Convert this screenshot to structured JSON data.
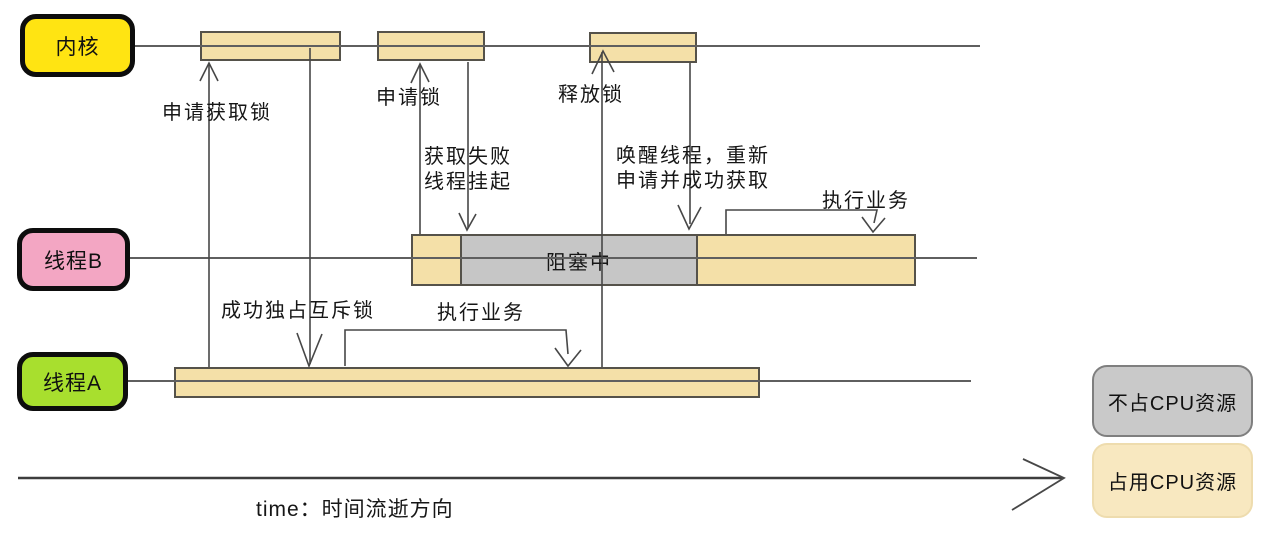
{
  "lanes": {
    "kernel": {
      "label": "内核"
    },
    "thread_b": {
      "label": "线程B"
    },
    "thread_a": {
      "label": "线程A"
    }
  },
  "annotations": {
    "request_acquire_lock": "申请获取锁",
    "request_lock": "申请锁",
    "release_lock": "释放锁",
    "acquire_fail_line1": "获取失败",
    "acquire_fail_line2": "线程挂起",
    "wake_line1": "唤醒线程，重新",
    "wake_line2": "申请并成功获取",
    "exec_business_b": "执行业务",
    "exclusive_lock_success": "成功独占互斥锁",
    "exec_business_a": "执行业务",
    "blocked": "阻塞中",
    "time_axis": "time：时间流逝方向"
  },
  "legend": {
    "no_cpu": {
      "label": "不占CPU资源",
      "color": "#c9c9c9"
    },
    "cpu": {
      "label": "占用CPU资源",
      "color": "#f8e8c0"
    }
  },
  "palette": {
    "kernel_box": "#ffe412",
    "thread_b_box": "#f3a6c3",
    "thread_a_box": "#a8df2e",
    "cpu_bar": "#f4e0a8",
    "blocked_bar": "#c6c6c6",
    "bar_border": "#55524a",
    "wire": "#474747"
  }
}
